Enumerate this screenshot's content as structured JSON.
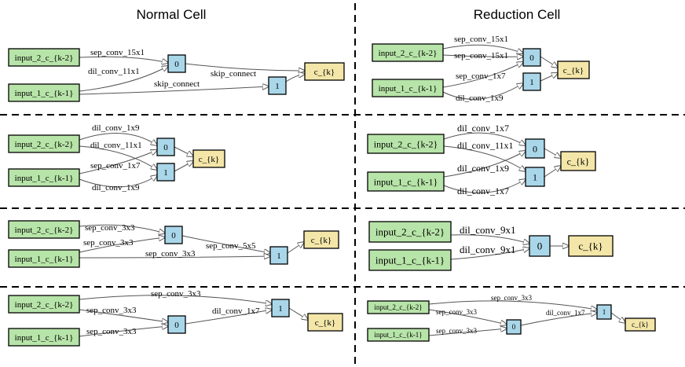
{
  "headers": {
    "normal": "Normal Cell",
    "reduction": "Reduction Cell"
  },
  "cells": [
    {
      "nodes": {
        "in2": "input_2_c_{k-2}",
        "in1": "input_1_c_{k-1}",
        "n0": "0",
        "n1": "1",
        "out": "c_{k}"
      },
      "edges": [
        {
          "from": "in2",
          "to": "n0",
          "label": "sep_conv_15x1"
        },
        {
          "from": "in1",
          "to": "n0",
          "label": "dil_conv_11x1"
        },
        {
          "from": "n0",
          "to": "out",
          "label": "skip_connect"
        },
        {
          "from": "in1",
          "to": "n1",
          "label": "skip_connect"
        },
        {
          "from": "n1",
          "to": "out",
          "label": ""
        }
      ]
    },
    {
      "nodes": {
        "in2": "input_2_c_{k-2}",
        "in1": "input_1_c_{k-1}",
        "n0": "0",
        "n1": "1",
        "out": "c_{k}"
      },
      "edges": [
        {
          "from": "in2",
          "to": "n0",
          "label": "sep_conv_15x1"
        },
        {
          "from": "in2",
          "to": "n0",
          "label": "sep_conv_15x1"
        },
        {
          "from": "in1",
          "to": "n0",
          "label": "sep_conv_1x7"
        },
        {
          "from": "in1",
          "to": "n1",
          "label": "dil_conv_1x9"
        },
        {
          "from": "n0",
          "to": "out",
          "label": ""
        },
        {
          "from": "n1",
          "to": "out",
          "label": ""
        }
      ]
    },
    {
      "nodes": {
        "in2": "input_2_c_{k-2}",
        "in1": "input_1_c_{k-1}",
        "n0": "0",
        "n1": "1",
        "out": "c_{k}"
      },
      "edges": [
        {
          "from": "in2",
          "to": "n0",
          "label": "dil_conv_1x9"
        },
        {
          "from": "in2",
          "to": "n1",
          "label": "dil_conv_11x1"
        },
        {
          "from": "in1",
          "to": "n0",
          "label": "sep_conv_1x7"
        },
        {
          "from": "in1",
          "to": "n1",
          "label": "dil_conv_1x9"
        },
        {
          "from": "n0",
          "to": "out",
          "label": ""
        },
        {
          "from": "n1",
          "to": "out",
          "label": ""
        }
      ]
    },
    {
      "nodes": {
        "in2": "input_2_c_{k-2}",
        "in1": "input_1_c_{k-1}",
        "n0": "0",
        "n1": "1",
        "out": "c_{k}"
      },
      "edges": [
        {
          "from": "in2",
          "to": "n0",
          "label": "dil_conv_1x7"
        },
        {
          "from": "in2",
          "to": "n1",
          "label": "dil_conv_11x1"
        },
        {
          "from": "in1",
          "to": "n0",
          "label": "dil_conv_1x9"
        },
        {
          "from": "in1",
          "to": "n1",
          "label": "dil_conv_1x7"
        },
        {
          "from": "n0",
          "to": "out",
          "label": ""
        },
        {
          "from": "n1",
          "to": "out",
          "label": ""
        }
      ]
    },
    {
      "nodes": {
        "in2": "input_2_c_{k-2}",
        "in1": "input_1_c_{k-1}",
        "n0": "0",
        "n1": "1",
        "out": "c_{k}"
      },
      "edges": [
        {
          "from": "in2",
          "to": "n0",
          "label": "sep_conv_3x3"
        },
        {
          "from": "in1",
          "to": "n0",
          "label": "sep_conv_3x3"
        },
        {
          "from": "n0",
          "to": "n1",
          "label": "sep_conv_5x5"
        },
        {
          "from": "in1",
          "to": "n1",
          "label": "sep_conv_3x3"
        },
        {
          "from": "n1",
          "to": "out",
          "label": ""
        }
      ]
    },
    {
      "nodes": {
        "in2": "input_2_c_{k-2}",
        "in1": "input_1_c_{k-1}",
        "n0": "0",
        "out": "c_{k}"
      },
      "edges": [
        {
          "from": "in2",
          "to": "n0",
          "label": "dil_conv_9x1"
        },
        {
          "from": "in1",
          "to": "n0",
          "label": "dil_conv_9x1"
        },
        {
          "from": "n0",
          "to": "out",
          "label": ""
        }
      ]
    },
    {
      "nodes": {
        "in2": "input_2_c_{k-2}",
        "in1": "input_1_c_{k-1}",
        "n0": "0",
        "n1": "1",
        "out": "c_{k}"
      },
      "edges": [
        {
          "from": "in2",
          "to": "n1",
          "label": "sep_conv_3x3"
        },
        {
          "from": "in2",
          "to": "n0",
          "label": "sep_conv_3x3"
        },
        {
          "from": "in1",
          "to": "n0",
          "label": "sep_conv_3x3"
        },
        {
          "from": "n0",
          "to": "n1",
          "label": "dil_conv_1x7"
        },
        {
          "from": "n1",
          "to": "out",
          "label": ""
        }
      ]
    },
    {
      "nodes": {
        "in2": "input_2_c_{k-2}",
        "in1": "input_1_c_{k-1}",
        "n0": "0",
        "n1": "1",
        "out": "c_{k}"
      },
      "edges": [
        {
          "from": "in2",
          "to": "n1",
          "label": "sep_conv_3x3"
        },
        {
          "from": "in2",
          "to": "n0",
          "label": "sep_conv_3x3"
        },
        {
          "from": "in1",
          "to": "n0",
          "label": "sep_conv_3x3"
        },
        {
          "from": "n0",
          "to": "n1",
          "label": "dil_conv_1x7"
        },
        {
          "from": "n1",
          "to": "out",
          "label": ""
        }
      ]
    }
  ]
}
